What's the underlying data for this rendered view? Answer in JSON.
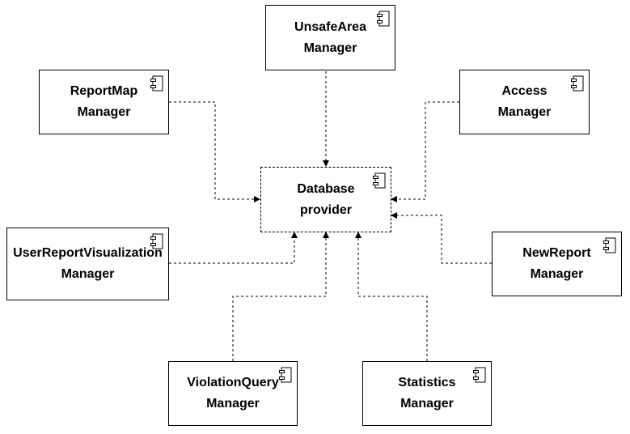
{
  "diagram": {
    "components": {
      "unsafe_area": {
        "line1": "UnsafeArea",
        "line2": "Manager"
      },
      "report_map": {
        "line1": "ReportMap",
        "line2": "Manager"
      },
      "access": {
        "line1": "Access",
        "line2": "Manager"
      },
      "database": {
        "line1": "Database",
        "line2": "provider"
      },
      "user_report_vis": {
        "line1": "UserReportVisualization",
        "line2": "Manager"
      },
      "new_report": {
        "line1": "NewReport",
        "line2": "Manager"
      },
      "violation_query": {
        "line1": "ViolationQuery",
        "line2": "Manager"
      },
      "statistics": {
        "line1": "Statistics",
        "line2": "Manager"
      }
    },
    "icon": "uml-component-icon",
    "connector_style": "dashed-dependency-arrow"
  }
}
